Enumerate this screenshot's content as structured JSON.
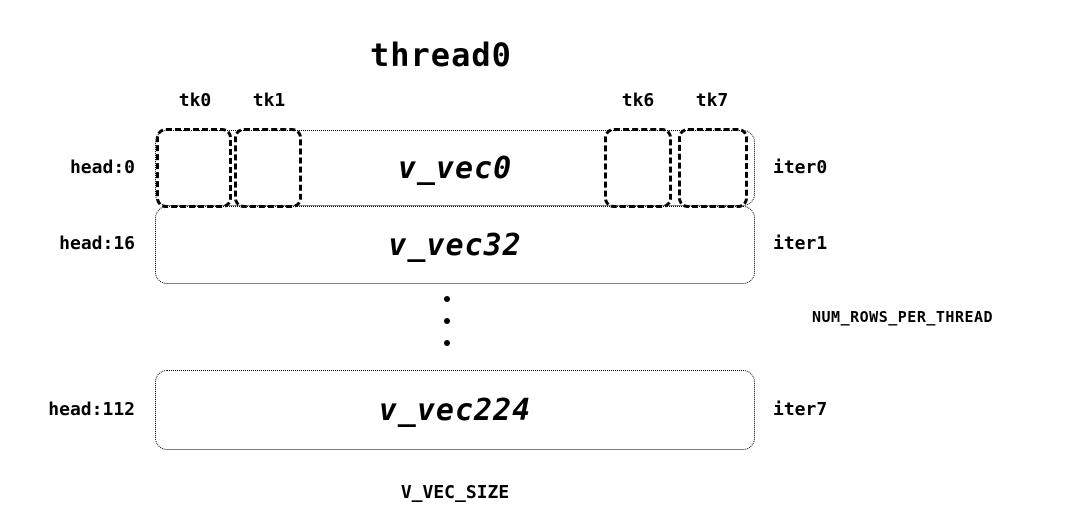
{
  "title": "thread0",
  "tk_labels": [
    "tk0",
    "tk1",
    "tk6",
    "tk7"
  ],
  "rows": [
    {
      "head": "head:0",
      "label": "v_vec0",
      "iter": "iter0"
    },
    {
      "head": "head:16",
      "label": "v_vec32",
      "iter": "iter1"
    },
    {
      "head": "head:112",
      "label": "v_vec224",
      "iter": "iter7"
    }
  ],
  "right_label": "NUM_ROWS_PER_THREAD",
  "bottom_label": "V_VEC_SIZE"
}
